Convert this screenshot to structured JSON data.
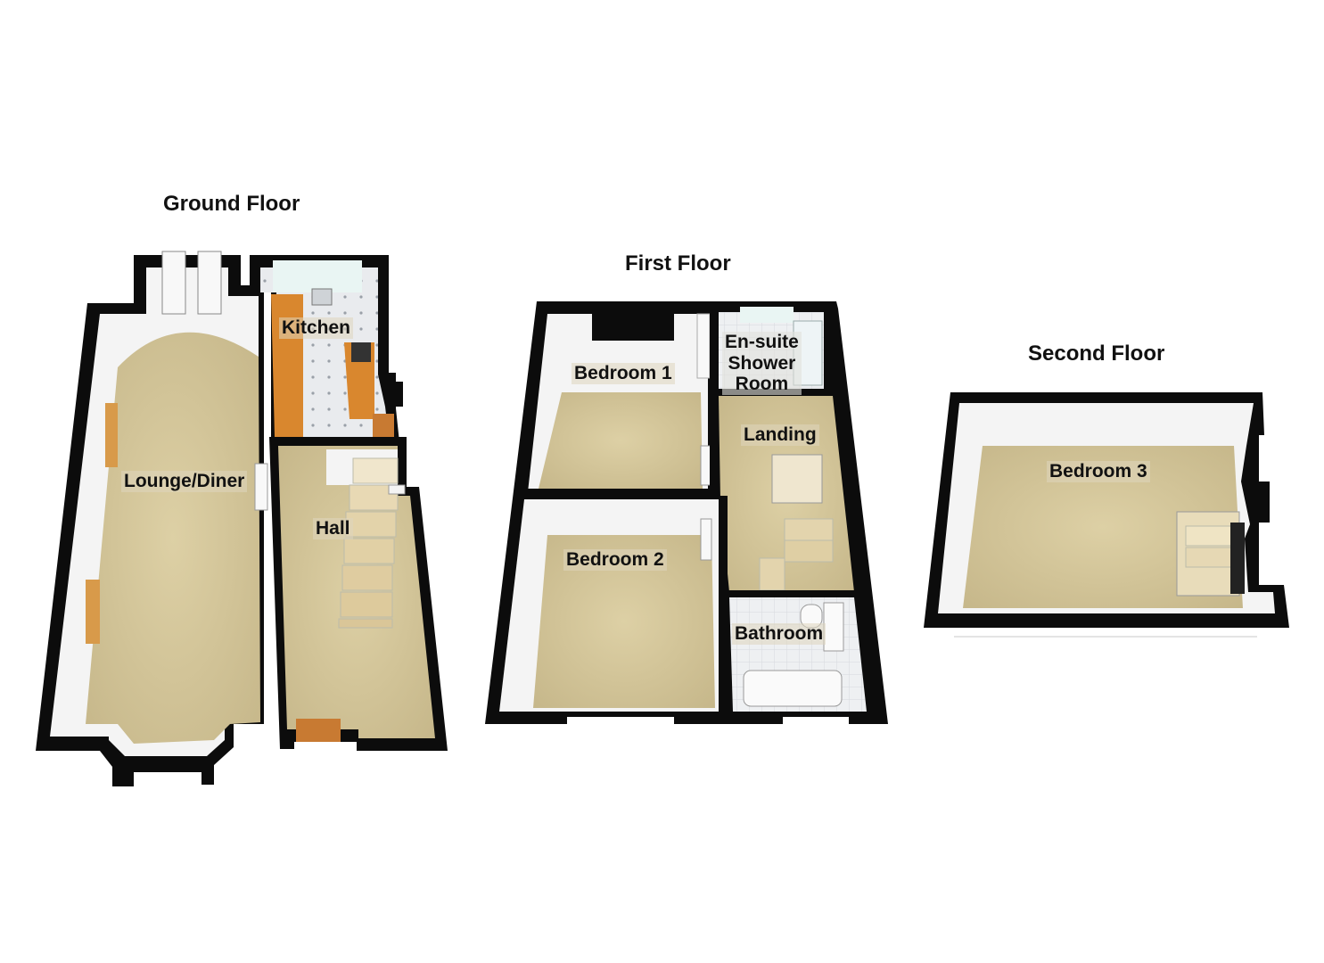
{
  "floors": [
    {
      "title": "Ground Floor",
      "rooms": [
        "Kitchen",
        "Lounge/Diner",
        "Hall"
      ]
    },
    {
      "title": "First Floor",
      "rooms": [
        "Bedroom 1",
        "En-suite\nShower\nRoom",
        "Landing",
        "Bedroom 2",
        "Bathroom"
      ]
    },
    {
      "title": "Second Floor",
      "rooms": [
        "Bedroom 3"
      ]
    }
  ],
  "colors": {
    "wall": "#0c0c0c",
    "carpet": "#cfc196",
    "carpet_light": "#ddd2ad",
    "inner_wall": "#f4f4f4",
    "worktop": "#d9872e",
    "kitchen_floor": "#e4e6ea",
    "tile": "#e6e8ea",
    "glass": "#e9f5f3"
  }
}
